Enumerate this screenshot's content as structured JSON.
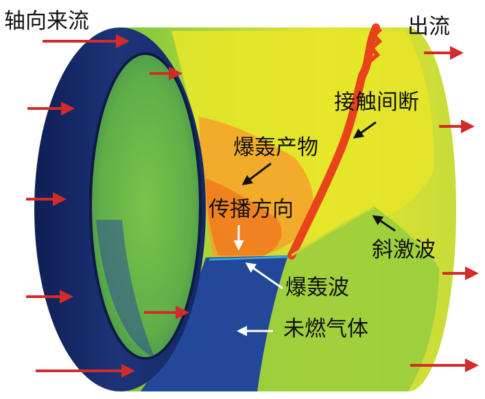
{
  "labels": {
    "axial_inflow": "轴向来流",
    "outflow": "出流",
    "contact_discontinuity": "接触间断",
    "detonation_products": "爆轰产物",
    "propagation_direction": "传播方向",
    "oblique_shock": "斜激波",
    "detonation_wave": "爆轰波",
    "unburned_gas": "未燃气体"
  },
  "colors": {
    "flow_arrow": "#d42a2a",
    "outer_shell": "#1a2f6e",
    "unburned_region": "#23489a",
    "green_field": "#7cc63f",
    "yellow_field": "#e9e52a",
    "orange_products": "#f08a1e",
    "red_front": "#e8431a"
  }
}
